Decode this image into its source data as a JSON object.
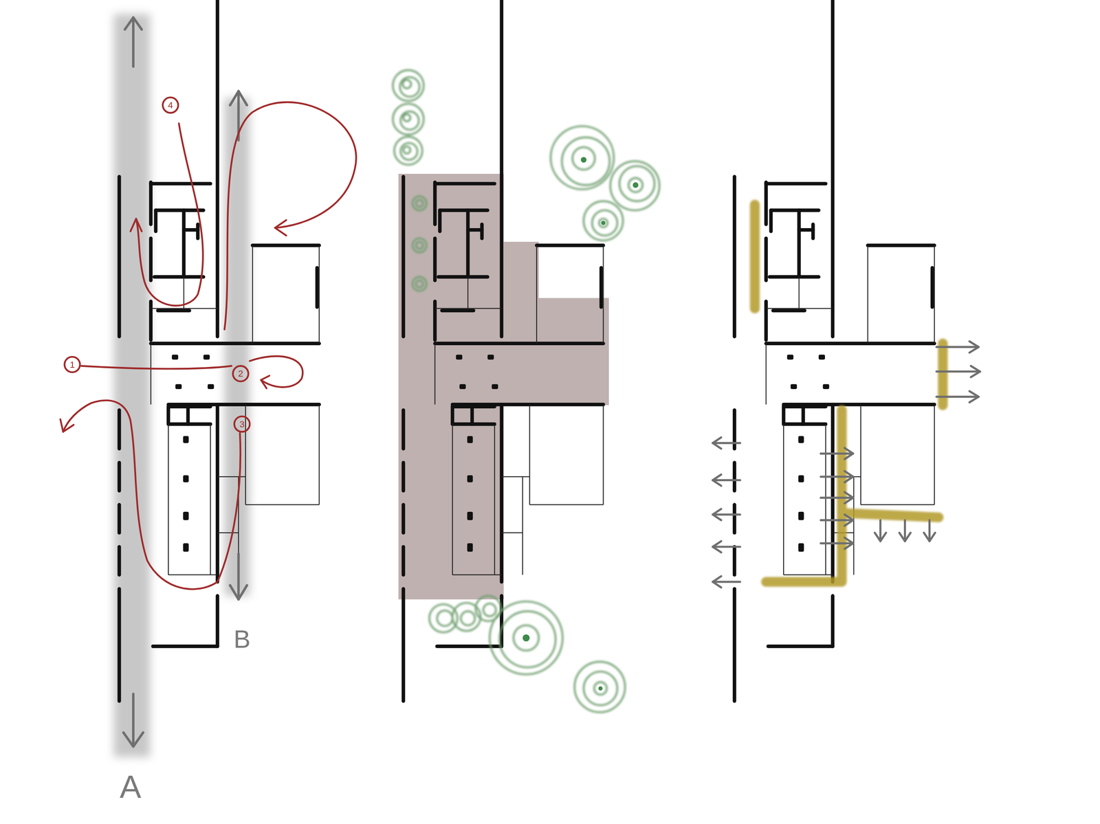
{
  "diagram": {
    "labels": [
      "4",
      "1",
      "2",
      "3",
      "B",
      "A"
    ]
  }
}
